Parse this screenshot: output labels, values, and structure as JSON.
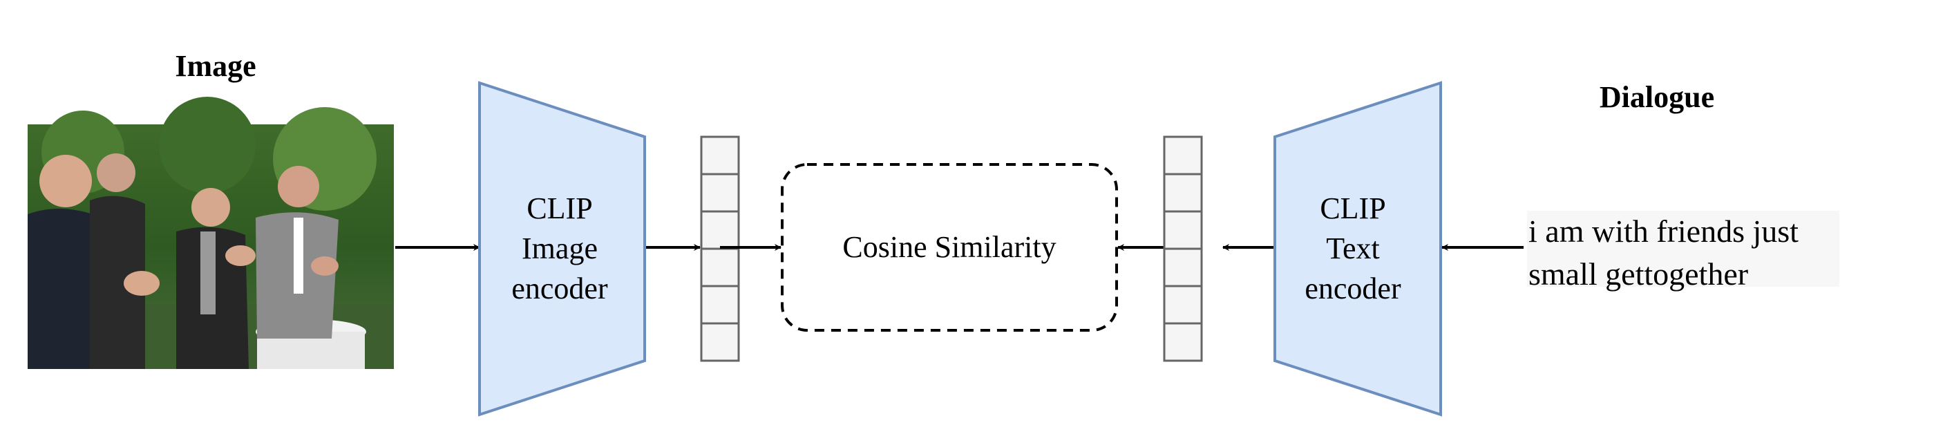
{
  "image_heading": "Image",
  "dialogue_heading": "Dialogue",
  "image_encoder": {
    "line1": "CLIP",
    "line2": "Image",
    "line3": "encoder"
  },
  "text_encoder": {
    "line1": "CLIP",
    "line2": "Text",
    "line3": "encoder"
  },
  "similarity_label": "Cosine Similarity",
  "dialogue_text": {
    "line1": "i am with friends just",
    "line2": "small gettogether"
  },
  "colors": {
    "encoder_fill": "#dae8fc",
    "encoder_stroke": "#6c8ebf",
    "vector_fill": "#f5f5f5",
    "vector_stroke": "#666666"
  }
}
